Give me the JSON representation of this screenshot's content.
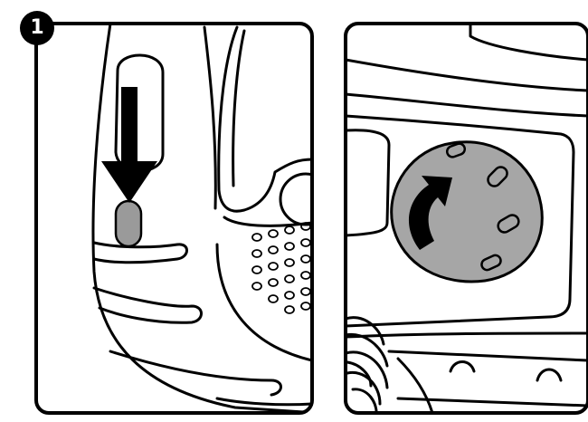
{
  "step": {
    "number": "1"
  },
  "panels": [
    {
      "id": "left",
      "action_icon": "arrow-down-icon"
    },
    {
      "id": "right",
      "action_icon": "rotate-arrow-icon"
    }
  ],
  "colors": {
    "outline": "#000000",
    "knob_fill": "#a6a6a6",
    "latch_fill": "#9a9a9a",
    "background": "#ffffff"
  }
}
